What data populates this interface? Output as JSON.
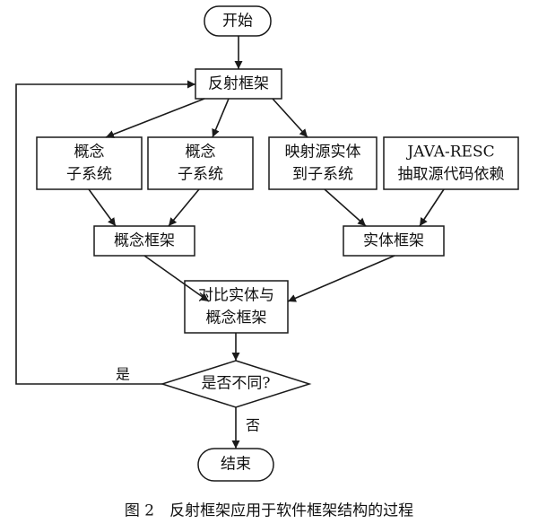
{
  "nodes": {
    "start": {
      "label": "开始"
    },
    "reflection_framework": {
      "label": "反射框架"
    },
    "concept_subsystem_1": {
      "lines": [
        "概念",
        "子系统"
      ]
    },
    "concept_subsystem_2": {
      "lines": [
        "概念",
        "子系统"
      ]
    },
    "map_source_entity": {
      "lines": [
        "映射源实体",
        "到子系统"
      ]
    },
    "java_resc": {
      "lines": [
        "JAVA-RESC",
        "抽取源代码依赖"
      ]
    },
    "concept_framework": {
      "label": "概念框架"
    },
    "entity_framework": {
      "label": "实体框架"
    },
    "compare": {
      "lines": [
        "对比实体与",
        "概念框架"
      ]
    },
    "decision": {
      "label": "是否不同?"
    },
    "end": {
      "label": "结束"
    }
  },
  "edge_labels": {
    "yes": "是",
    "no": "否"
  },
  "caption": "图 2　反射框架应用于软件框架结构的过程"
}
